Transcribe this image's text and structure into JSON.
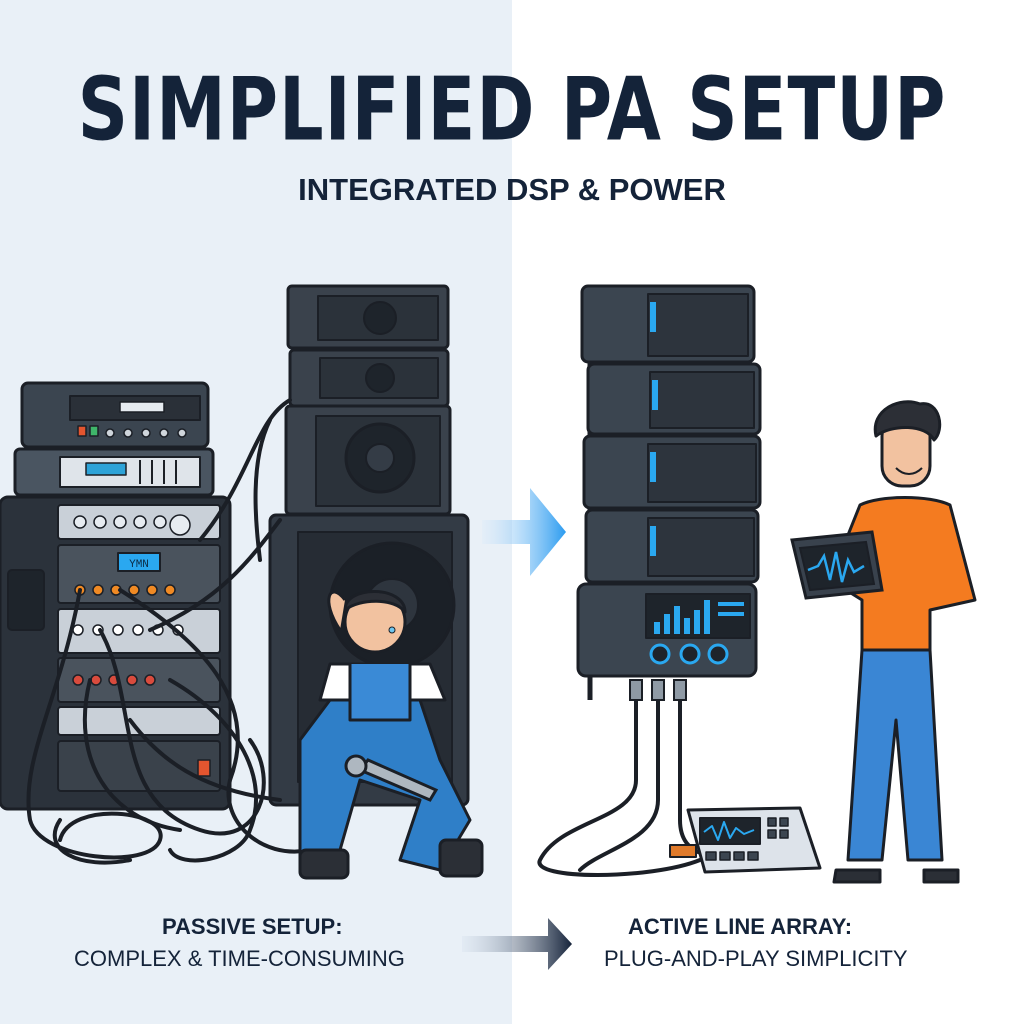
{
  "title": "SIMPLIFIED PA SETUP",
  "subtitle": "INTEGRATED DSP & POWER",
  "left_panel": {
    "caption_heading": "PASSIVE SETUP:",
    "caption_text": "COMPLEX & TIME-CONSUMING",
    "amp_display": "YMN"
  },
  "right_panel": {
    "caption_heading": "ACTIVE LINE ARRAY:",
    "caption_text": "PLUG-AND-PLAY SIMPLICITY"
  },
  "colors": {
    "left_background": "#e9f0f7",
    "right_background": "#ffffff",
    "title_text": "#142339",
    "accent_blue": "#2aa8f0",
    "shirt_orange": "#f47b20",
    "overalls_blue": "#2f7fc8"
  },
  "icons": [
    "transition-arrow-icon",
    "caption-arrow-icon",
    "wrench-icon",
    "waveform-icon"
  ]
}
